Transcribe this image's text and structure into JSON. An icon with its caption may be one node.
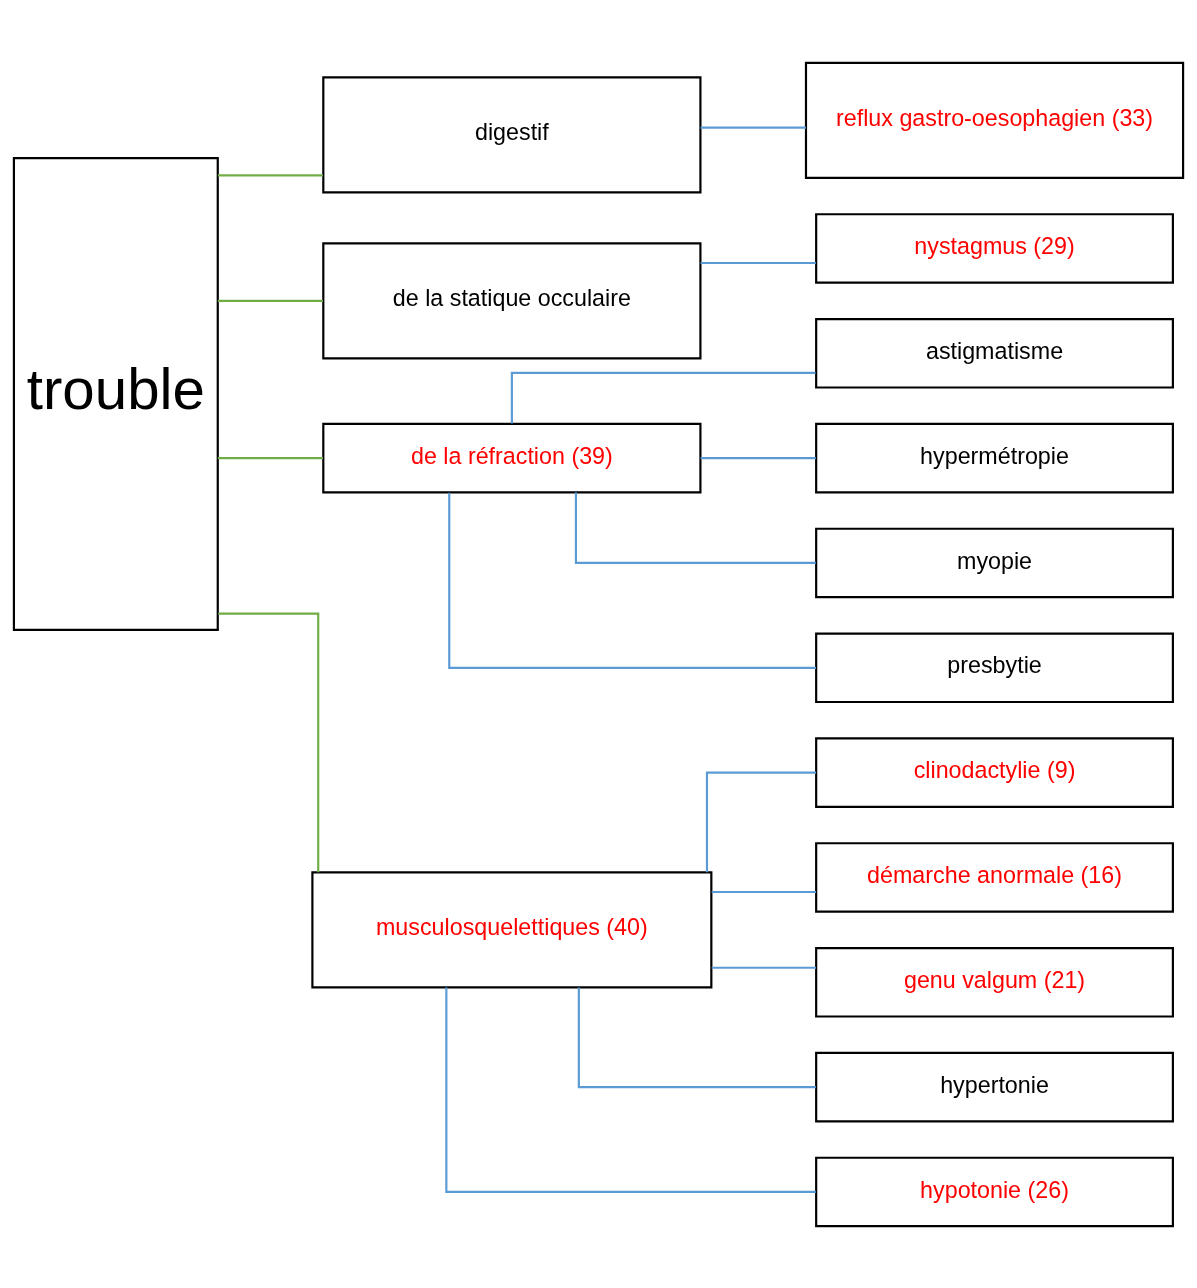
{
  "diagram": {
    "nodes": [
      {
        "text": [
          "trouble"
        ]
      },
      {
        "text": [
          "digestif"
        ]
      },
      {
        "text": [
          "reflux gastro-oesophagien (33)"
        ]
      },
      {
        "text": [
          "de la statique occulaire"
        ]
      },
      {
        "text": [
          "nystagmus (29)"
        ]
      },
      {
        "text": [
          "de la réfraction (39)"
        ]
      },
      {
        "text": [
          "astigmatisme"
        ]
      },
      {
        "text": [
          "hypermétropie"
        ]
      },
      {
        "text": [
          "myopie"
        ]
      },
      {
        "text": [
          "presbytie"
        ]
      },
      {
        "text": [
          "musculosquelettiques (40)"
        ]
      },
      {
        "text": [
          "clinodactylie (9)"
        ]
      },
      {
        "text": [
          "démarche anormale (16)"
        ]
      },
      {
        "text": [
          "genu valgum (21)"
        ]
      },
      {
        "text": [
          "hypertonie"
        ]
      },
      {
        "text": [
          "hypotonie (26)"
        ]
      }
    ],
    "edges": [
      {
        "from": 0,
        "to": 1,
        "arrow": "none",
        "color": "#70ad47"
      },
      {
        "from": 0,
        "to": 3,
        "arrow": "none",
        "color": "#70ad47"
      },
      {
        "from": 0,
        "to": 5,
        "arrow": "none",
        "color": "#70ad47"
      },
      {
        "from": 0,
        "to": 10,
        "arrow": "none",
        "color": "#70ad47"
      },
      {
        "from": 1,
        "to": 2,
        "arrow": "none"
      },
      {
        "from": 3,
        "to": 4,
        "arrow": "none"
      },
      {
        "from": 5,
        "to": 6,
        "arrow": "none"
      },
      {
        "from": 5,
        "to": 7,
        "arrow": "none"
      },
      {
        "from": 5,
        "to": 8,
        "arrow": "none"
      },
      {
        "from": 5,
        "to": 9,
        "arrow": "none"
      },
      {
        "from": 10,
        "to": 11,
        "arrow": "none"
      },
      {
        "from": 10,
        "to": 12,
        "arrow": "none"
      },
      {
        "from": 10,
        "to": 13,
        "arrow": "none"
      },
      {
        "from": 10,
        "to": 14,
        "arrow": "none"
      },
      {
        "from": 10,
        "to": 15,
        "arrow": "none"
      }
    ]
  }
}
